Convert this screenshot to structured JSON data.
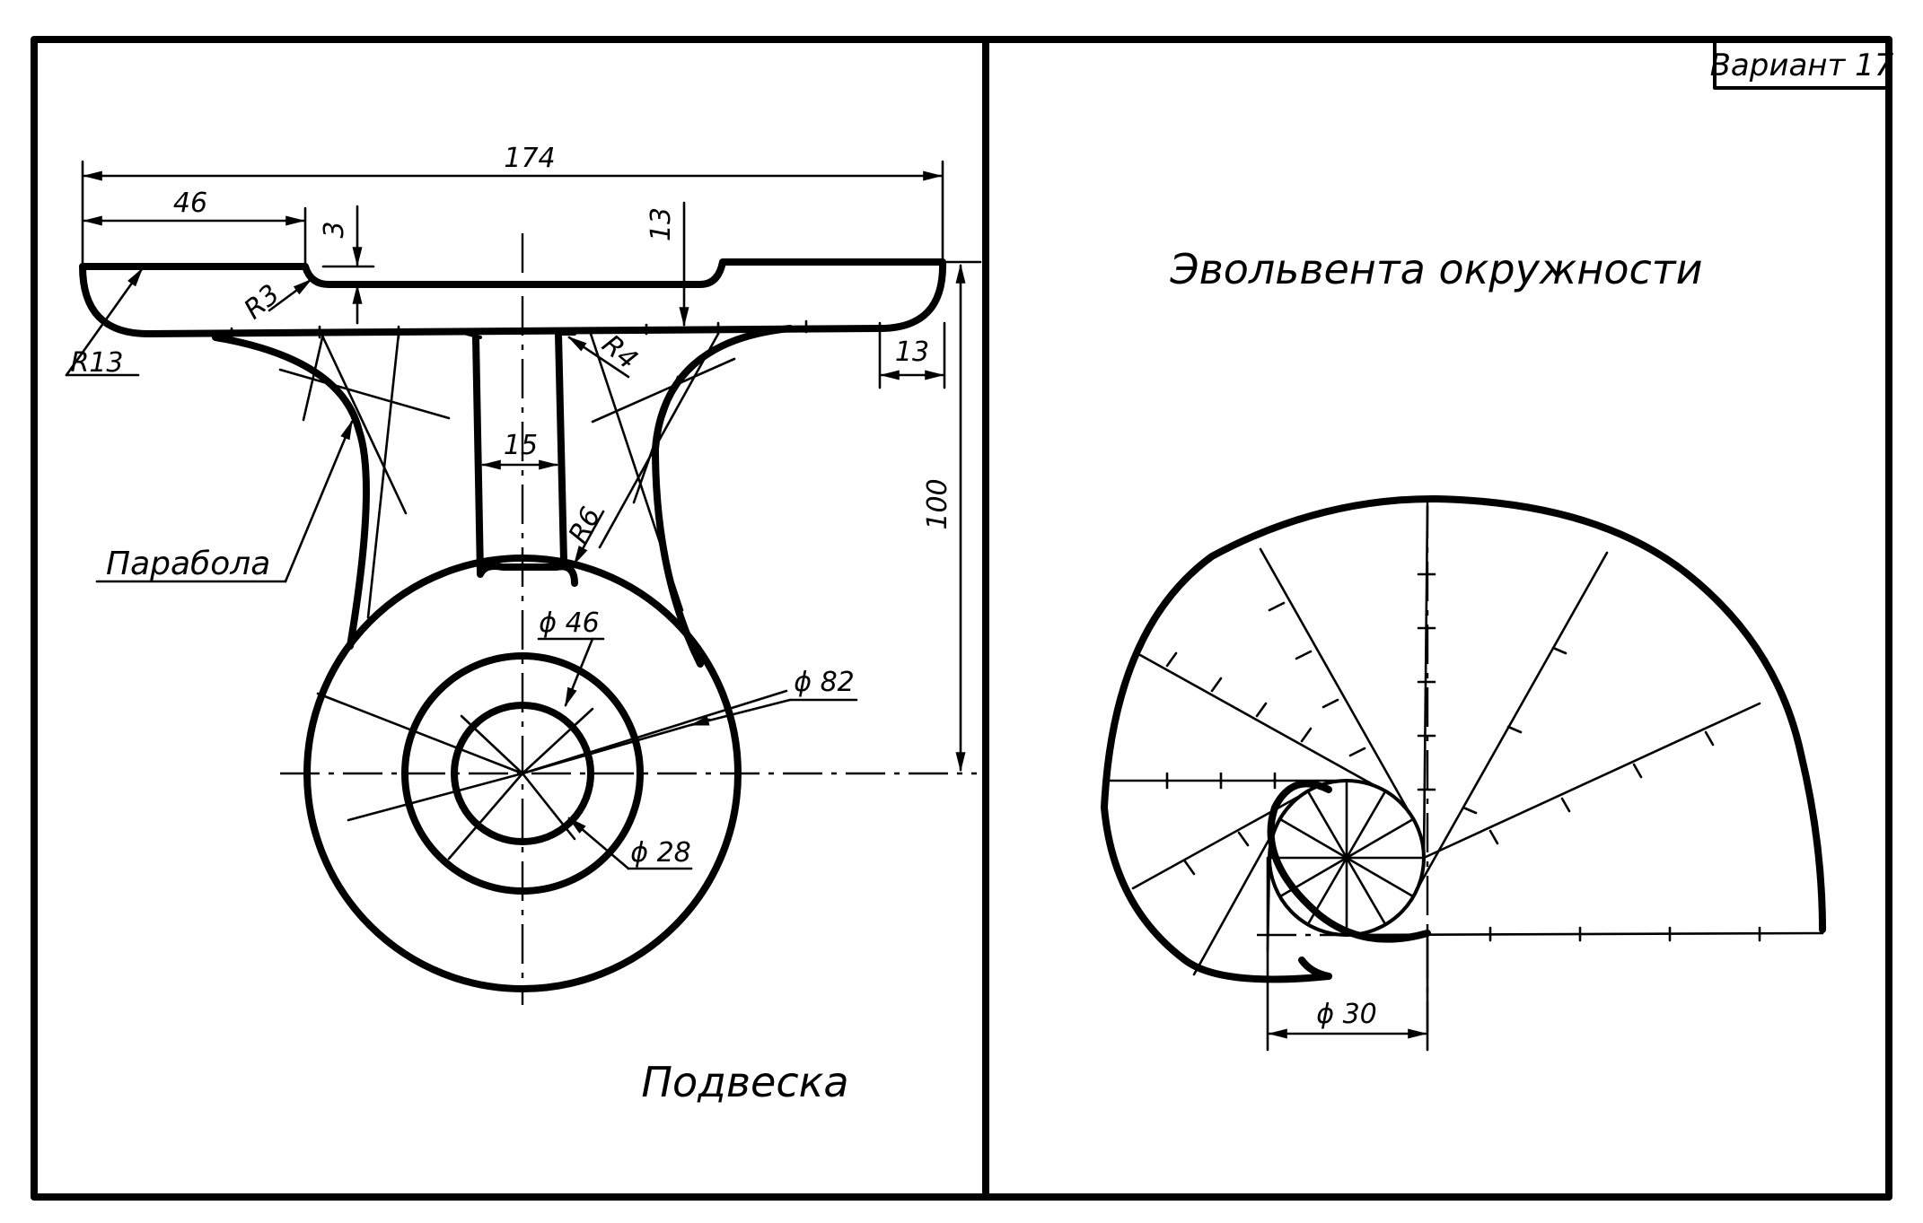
{
  "variant": "Вариант 17",
  "left_panel": {
    "title": "Подвеска",
    "parabola_label": "Парабола",
    "dims": {
      "overall_width": "174",
      "left_offset": "46",
      "step_depth": "3",
      "right_step": "13",
      "right_edge": "13",
      "height": "100",
      "stem_width": "15",
      "radius_r13": "R13",
      "radius_r3": "R3",
      "radius_r4": "R4",
      "radius_r6": "R6",
      "dia_46": "ϕ 46",
      "dia_82": "ϕ 82",
      "dia_28": "ϕ 28"
    }
  },
  "right_panel": {
    "title": "Эвольвента  окружности",
    "dia_30": "ϕ 30"
  }
}
